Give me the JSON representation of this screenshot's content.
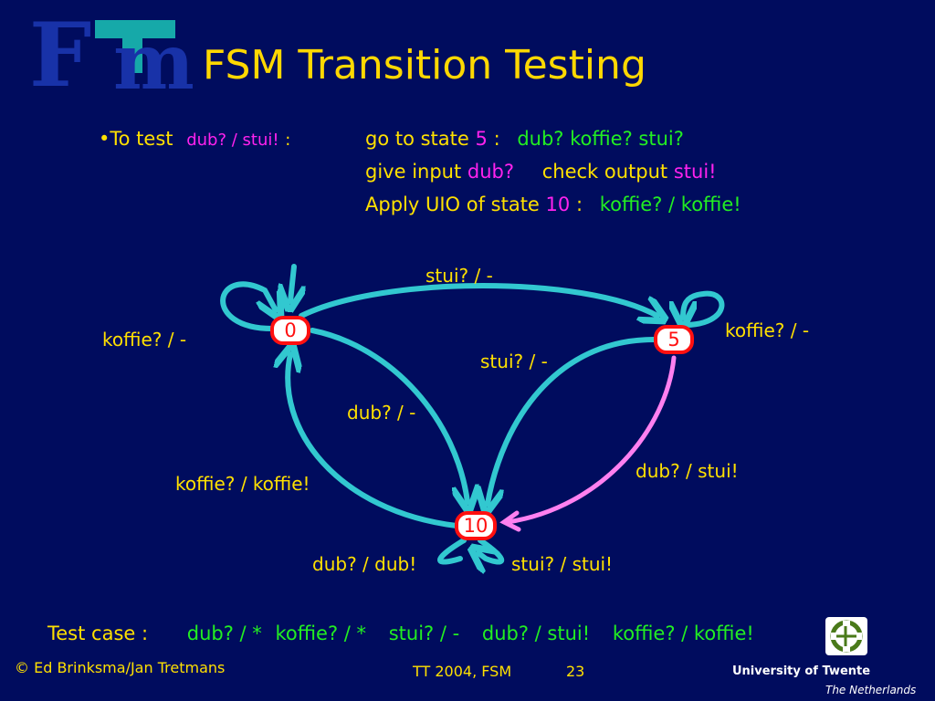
{
  "slide": {
    "title": "FSM  Transition Testing",
    "logo": {
      "left_letter": "F",
      "right_letter": "m"
    }
  },
  "intro": {
    "bullet": "•To test",
    "transition": "dub? / stui!",
    "colon": ":",
    "line1": {
      "prefix": "go to state",
      "state": "5",
      "colon": ":",
      "seq": "dub?  koffie?  stui?"
    },
    "line2": {
      "prefix": "give input",
      "input": "dub?",
      "mid": "check output",
      "output": "stui!"
    },
    "line3": {
      "prefix": "Apply UIO of state",
      "state": "10",
      "colon": ":",
      "uio": "koffie? / koffie!"
    }
  },
  "diagram": {
    "states": [
      {
        "id": "s0",
        "label": "0"
      },
      {
        "id": "s5",
        "label": "5"
      },
      {
        "id": "s10",
        "label": "10"
      }
    ],
    "edge_labels": {
      "s0_s5_top": "stui? / -",
      "s5_s10": "stui? / -",
      "s0_s10": "dub? / -",
      "s0_self": "koffie? / -",
      "s5_self": "koffie? / -",
      "s10_s0": "koffie? / koffie!",
      "s5_s10_pink": "dub? / stui!",
      "s10_self_left": "dub? / dub!",
      "s10_self_right": "stui? / stui!"
    }
  },
  "testcase": {
    "label": "Test case :",
    "steps": [
      "dub? / *",
      "koffie? / *",
      "stui? / -",
      "dub? / stui!",
      "koffie? / koffie!"
    ]
  },
  "footer": {
    "copyright": "© Ed Brinksma/Jan Tretmans",
    "course": "TT 2004, FSM",
    "page": "23",
    "university": "University of Twente",
    "country": "The Netherlands"
  },
  "colors": {
    "background": "#000c5e",
    "text": "#ffe000",
    "highlight_green": "#22ee22",
    "highlight_magenta": "#ff22ee",
    "edge": "#32c8d0",
    "edge_pink": "#ff80f0",
    "state_border": "#ff1010"
  }
}
